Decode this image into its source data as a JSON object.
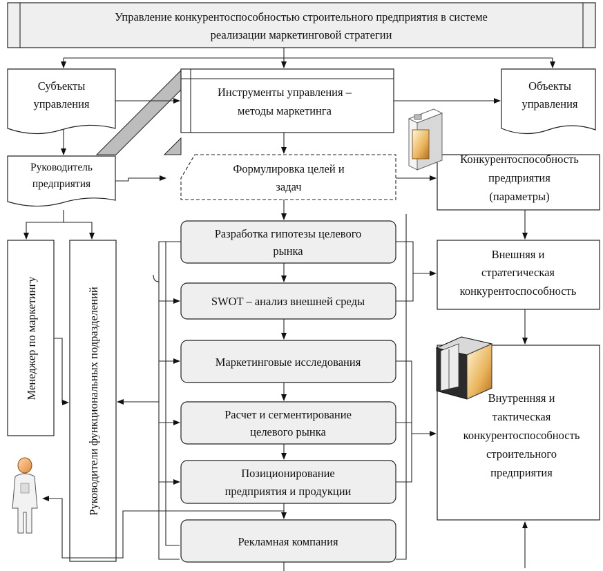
{
  "title": {
    "line1": "Управление конкурентоспособностью строительного предприятия в системе",
    "line2": "реализации маркетинговой стратегии"
  },
  "subjects": {
    "line1": "Субъекты",
    "line2": "управления"
  },
  "instruments": {
    "line1": "Инструменты управления –",
    "line2": "методы маркетинга"
  },
  "objects": {
    "line1": "Объекты",
    "line2": "управления"
  },
  "head": {
    "line1": "Руководитель",
    "line2": "предприятия"
  },
  "goals": {
    "line1": "Формулировка целей и",
    "line2": "задач"
  },
  "competitiveness": {
    "line1": "Конкурентоспособность",
    "line2": "предприятия",
    "line3": "(параметры)"
  },
  "external": {
    "line1": "Внешняя и",
    "line2": "стратегическая",
    "line3": "конкурентоспособность"
  },
  "internal": {
    "line1": "Внутренняя и",
    "line2": "тактическая",
    "line3": "конкурентоспособность",
    "line4": "строительного",
    "line5": "предприятия"
  },
  "manager": "Менеджер по маркетингу",
  "departments": "Руководители функциональных подразделений",
  "steps": {
    "hypothesis": {
      "line1": "Разработка гипотезы целевого",
      "line2": "рынка"
    },
    "swot": "SWOT – анализ внешней среды",
    "research": "Маркетинговые исследования",
    "segmentation": {
      "line1": "Расчет и сегментирование",
      "line2": "целевого рынка"
    },
    "positioning": {
      "line1": "Позиционирование",
      "line2": "предприятия и продукции"
    },
    "advertising": "Рекламная компания"
  },
  "icons": [
    "document-icon",
    "server-icon",
    "person-icon"
  ]
}
